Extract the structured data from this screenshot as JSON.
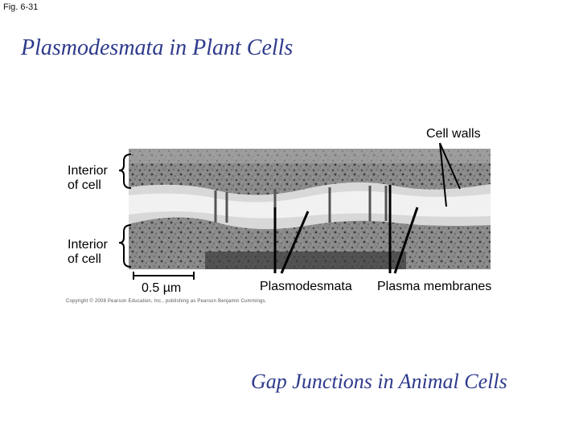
{
  "figure_label": "Fig. 6-31",
  "title_top": "Plasmodesmata in Plant Cells",
  "title_bottom": "Gap Junctions in Animal Cells",
  "labels": {
    "cell_walls": "Cell walls",
    "interior_upper": [
      "Interior",
      "of cell"
    ],
    "interior_lower": [
      "Interior",
      "of cell"
    ],
    "scale_bar": "0.5 µm",
    "plasmodesmata": "Plasmodesmata",
    "plasma_membranes": "Plasma membranes"
  },
  "copyright": "Copyright © 2008 Pearson Education, Inc., publishing as Pearson Benjamin Cummings."
}
